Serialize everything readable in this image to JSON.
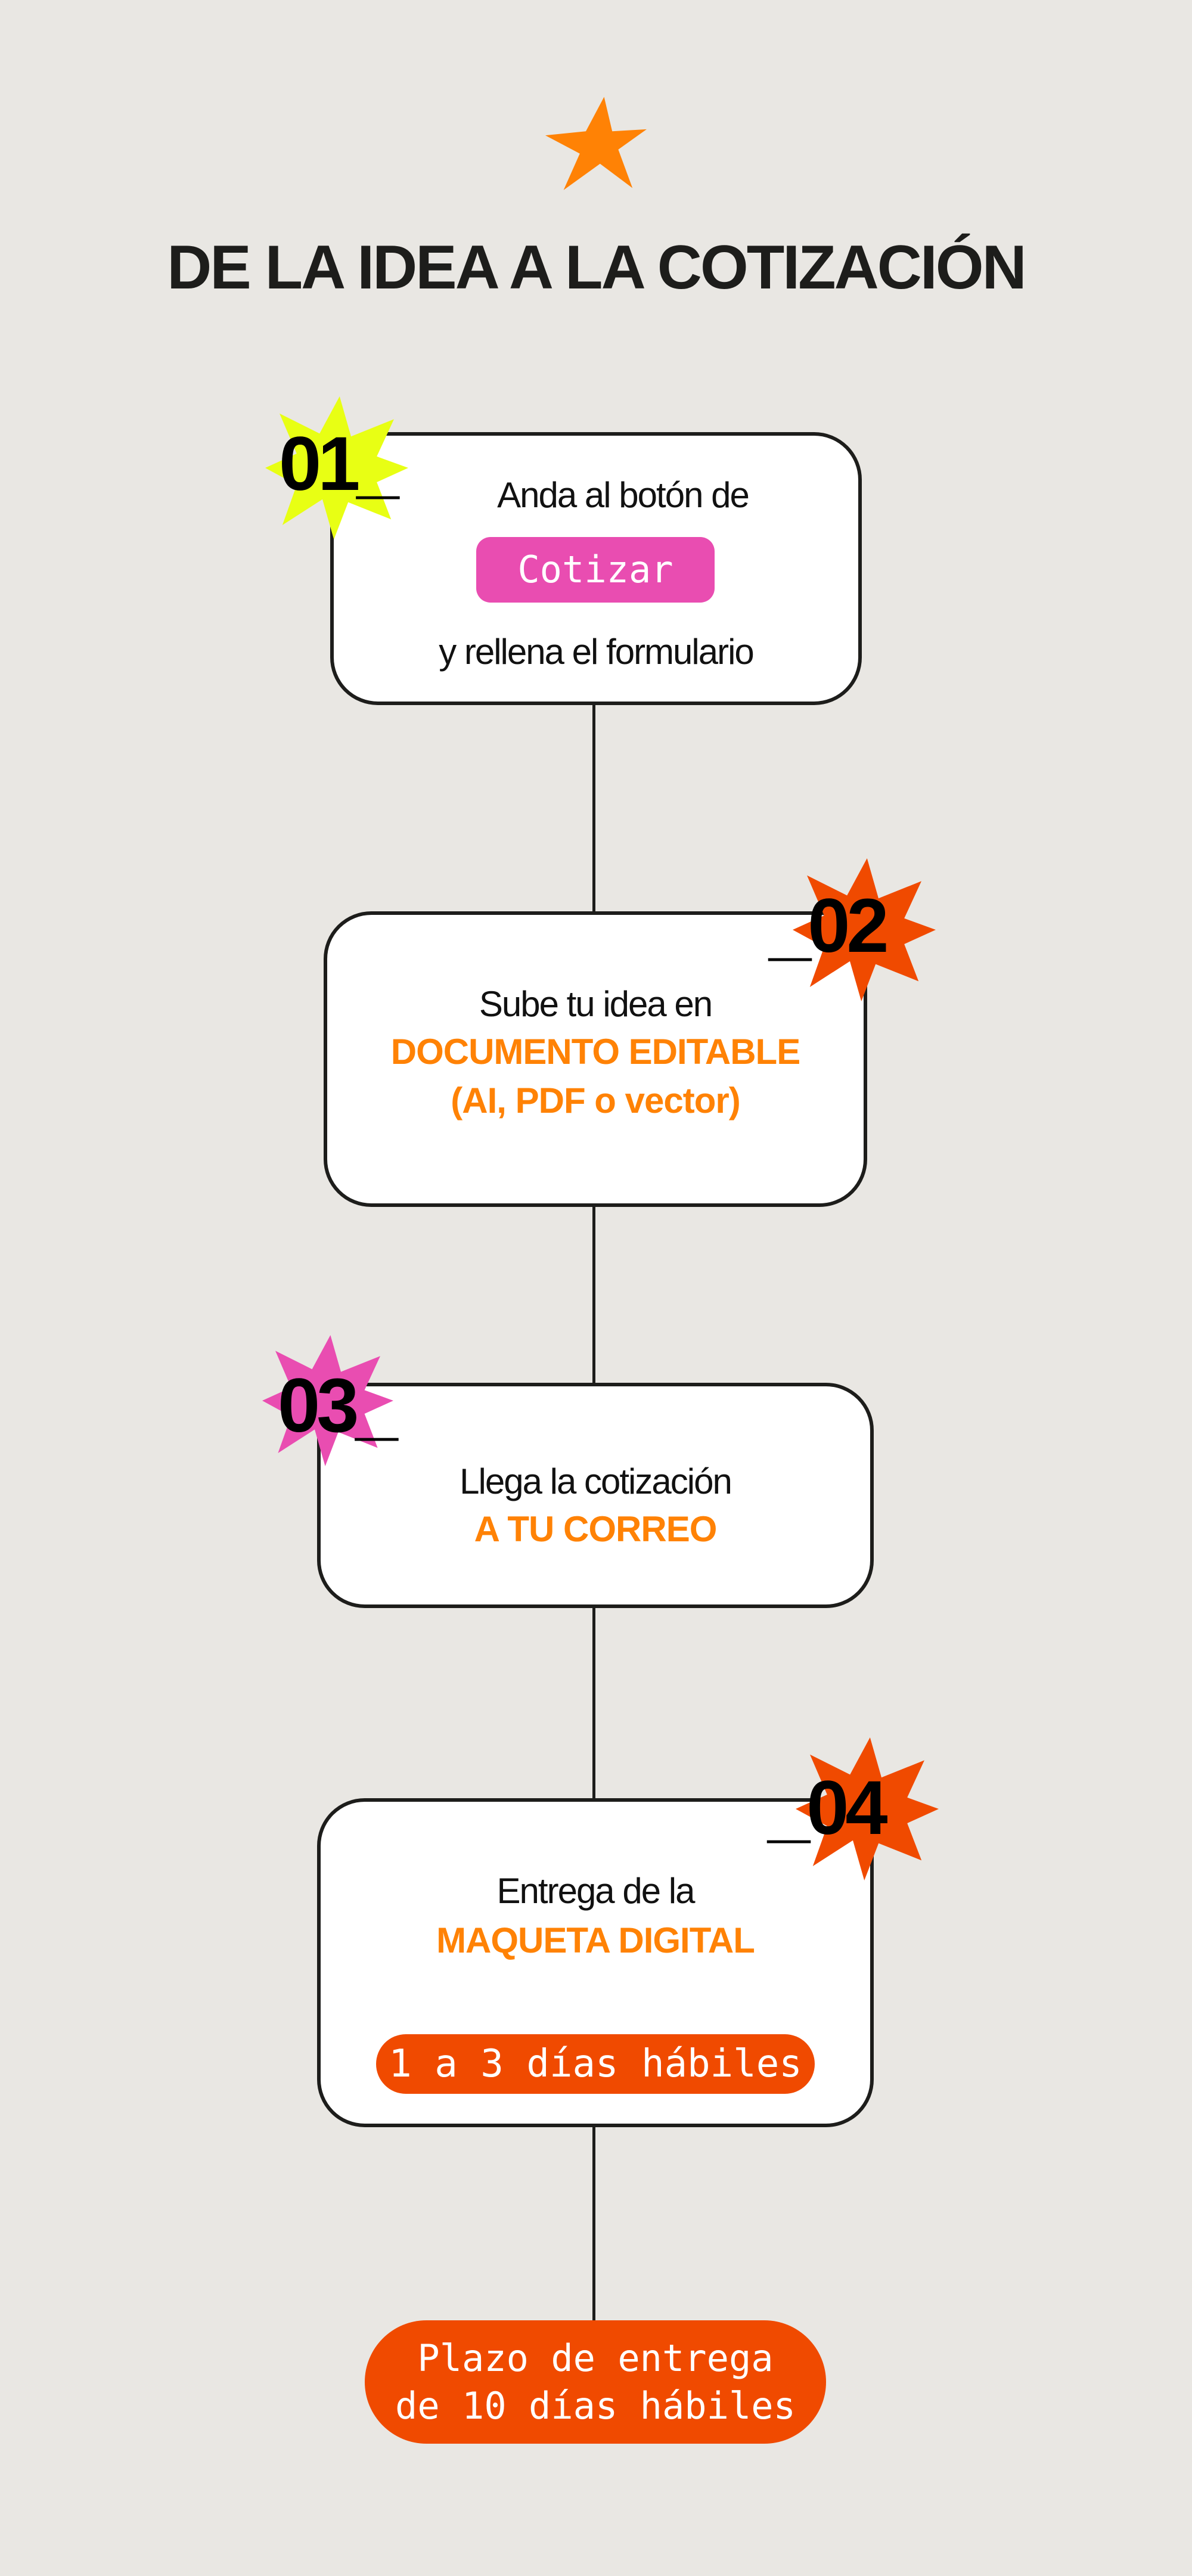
{
  "header": {
    "title": "DE LA IDEA A LA COTIZACIÓN",
    "icon": "star-icon"
  },
  "colors": {
    "background": "#e9e7e3",
    "orange": "#ff8205",
    "red_orange": "#f04a00",
    "yellow": "#e8ff14",
    "pink": "#e94db1"
  },
  "steps": [
    {
      "number": "01_",
      "line1": "Anda al botón de",
      "button": "Cotizar",
      "line2": "y rellena el formulario"
    },
    {
      "number": "_02",
      "line1": "Sube tu idea en",
      "highlight1": "DOCUMENTO EDITABLE",
      "highlight2": "(AI, PDF o vector)"
    },
    {
      "number": "03_",
      "line1": "Llega la cotización",
      "highlight1": "A TU CORREO"
    },
    {
      "number": "_04",
      "line1": "Entrega de la",
      "highlight1": "MAQUETA DIGITAL",
      "pill": "1 a 3 días hábiles"
    }
  ],
  "footer": {
    "line1": "Plazo de entrega",
    "line2": "de 10 días hábiles"
  }
}
